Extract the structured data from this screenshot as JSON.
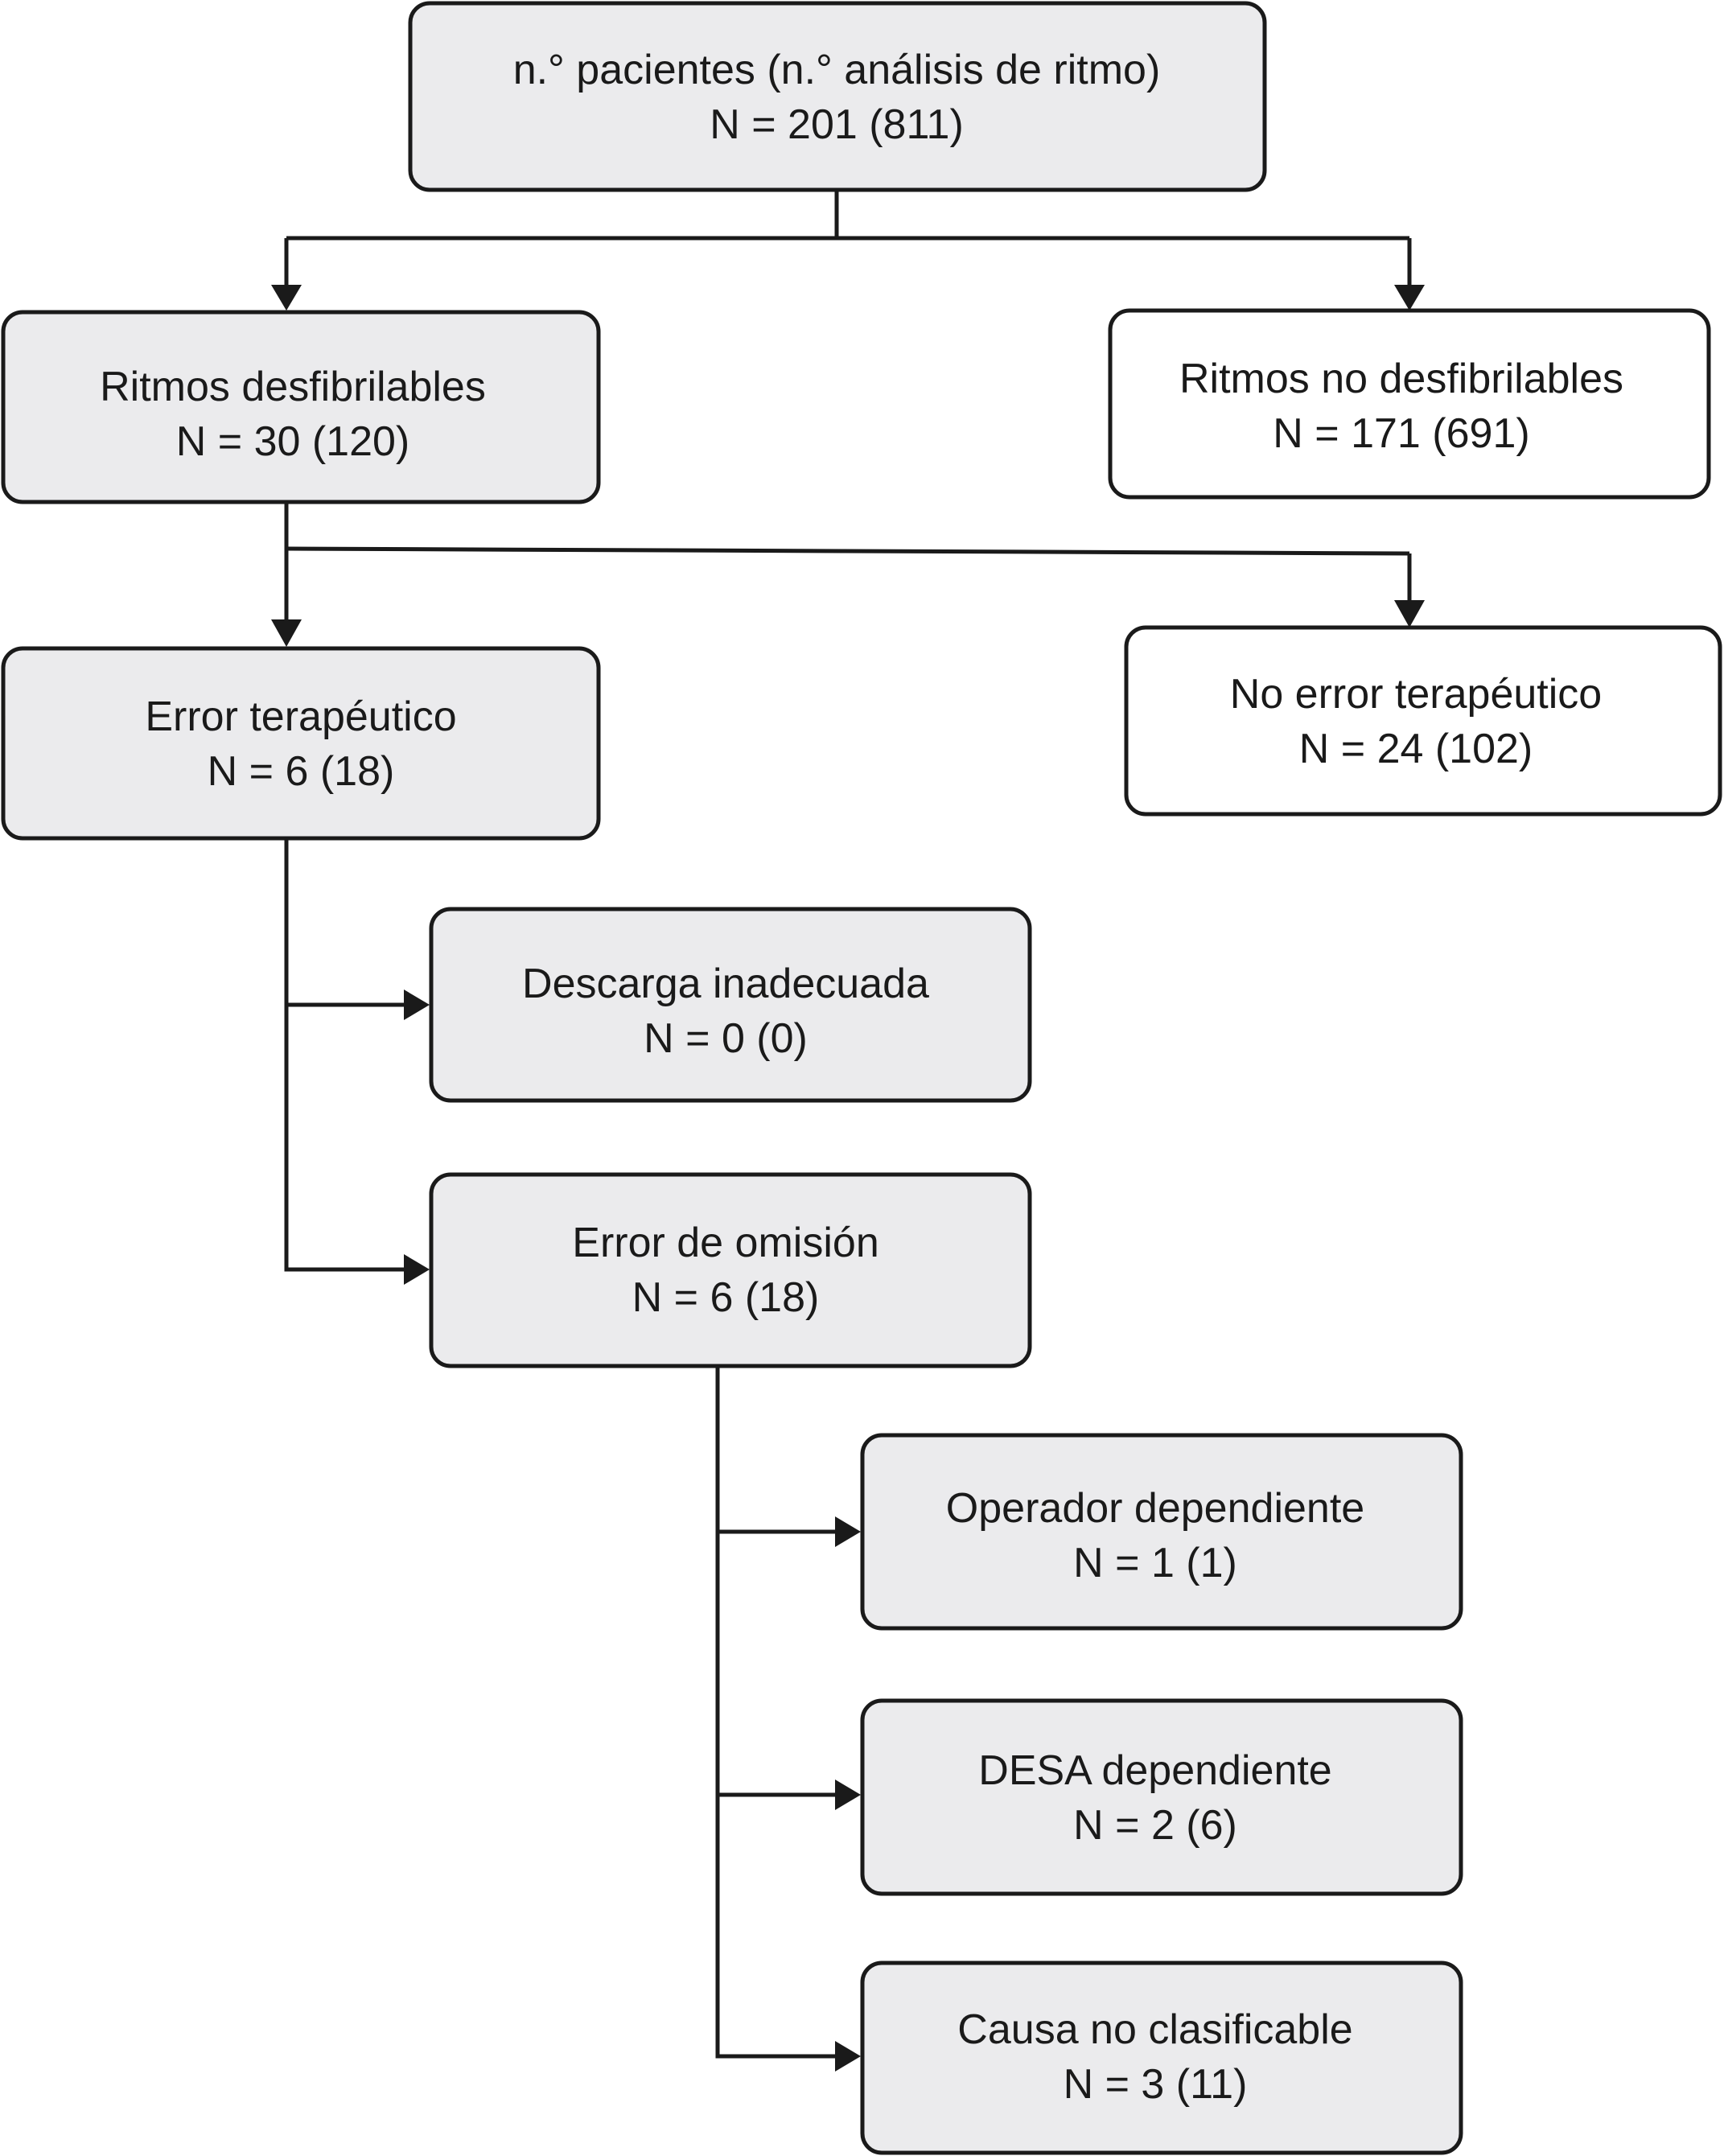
{
  "colors": {
    "shaded_fill": "#ebebed",
    "plain_fill": "#ffffff",
    "line": "#1a1a1a"
  },
  "nodes": {
    "root": {
      "line1": "n.° pacientes (n.° análisis de ritmo)",
      "line2": "N = 201 (811)",
      "shaded": true
    },
    "defib": {
      "line1": "Ritmos desfibrilables",
      "line2": "N = 30 (120)",
      "shaded": true
    },
    "nondefib": {
      "line1": "Ritmos no desfibrilables",
      "line2": "N = 171 (691)",
      "shaded": false
    },
    "error": {
      "line1": "Error terapéutico",
      "line2": "N = 6 (18)",
      "shaded": true
    },
    "noerror": {
      "line1": "No error terapéutico",
      "line2": "N = 24 (102)",
      "shaded": false
    },
    "descarga": {
      "line1": "Descarga inadecuada",
      "line2": "N = 0 (0)",
      "shaded": true
    },
    "omision": {
      "line1": "Error de omisión",
      "line2": "N = 6 (18)",
      "shaded": true
    },
    "operador": {
      "line1": "Operador dependiente",
      "line2": "N = 1 (1)",
      "shaded": true
    },
    "desa": {
      "line1": "DESA dependiente",
      "line2": "N = 2 (6)",
      "shaded": true
    },
    "causa": {
      "line1": "Causa no clasificable",
      "line2": "N = 3 (11)",
      "shaded": true
    }
  }
}
